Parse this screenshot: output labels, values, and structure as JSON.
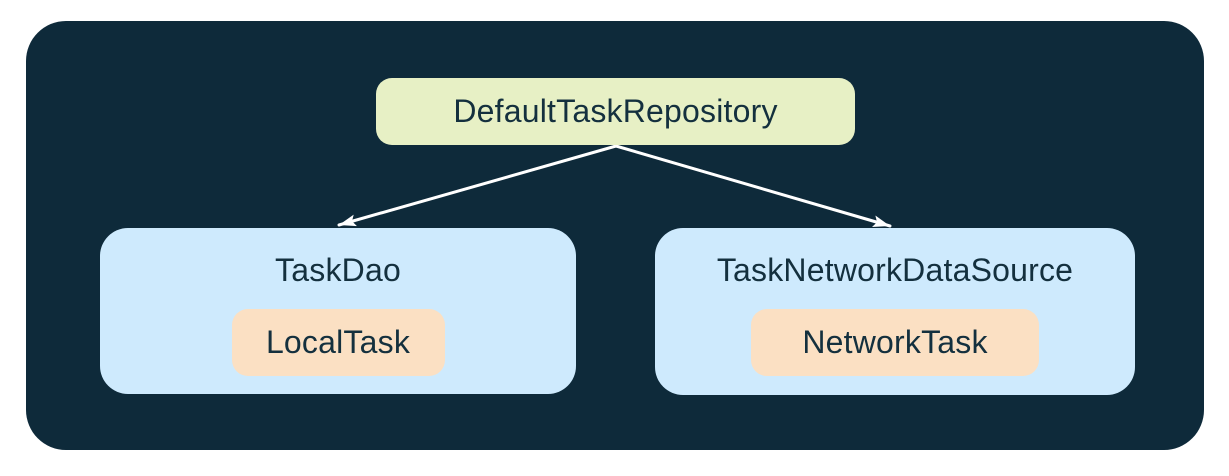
{
  "diagram": {
    "root": {
      "label": "DefaultTaskRepository"
    },
    "children": [
      {
        "title": "TaskDao",
        "data_model": "LocalTask"
      },
      {
        "title": "TaskNetworkDataSource",
        "data_model": "NetworkTask"
      }
    ],
    "edges": [
      {
        "from": "DefaultTaskRepository",
        "to": "TaskDao"
      },
      {
        "from": "DefaultTaskRepository",
        "to": "TaskNetworkDataSource"
      }
    ],
    "colors": {
      "page_background": "#FFFFFF",
      "panel_background": "#0E2A3A",
      "root_node_fill": "#E7F0C5",
      "child_node_fill": "#CEEAFD",
      "model_chip_fill": "#FBE0C3",
      "node_text": "#14303E",
      "arrow": "#FFFFFF"
    }
  }
}
